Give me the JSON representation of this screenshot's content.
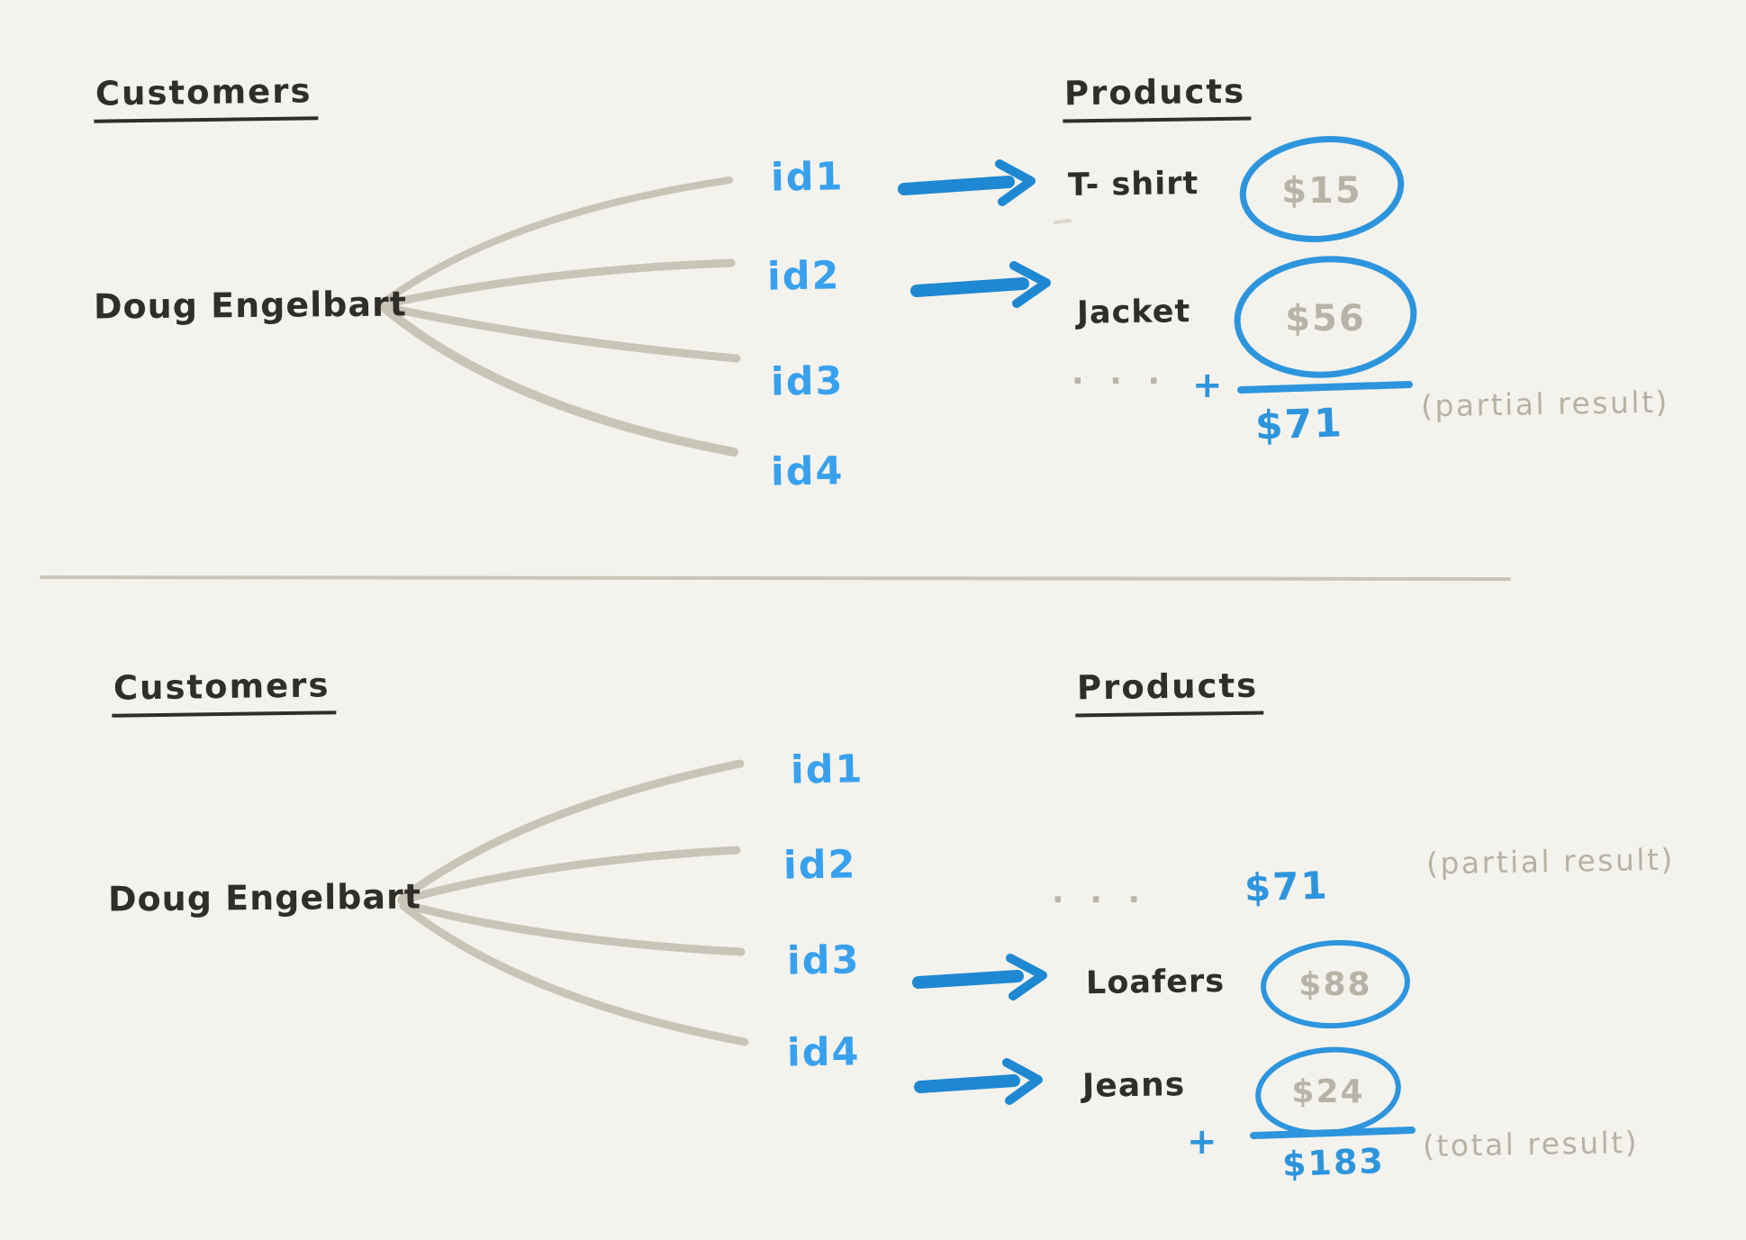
{
  "colors": {
    "background": "#f4f2ec",
    "ink": "#2f2e29",
    "id_blue": "#38a1ef",
    "arrow_blue": "#1e88d2",
    "circle_blue": "#2d95dd",
    "fan_gray": "#c8c4b8",
    "gray_text": "#b8b3a7"
  },
  "top_panel": {
    "customers_heading": "Customers",
    "customer_name": "Doug Engelbart",
    "products_heading": "Products",
    "id1": "id1",
    "id2": "id2",
    "id3": "id3",
    "id4": "id4",
    "product_tshirt": "T- shirt",
    "price_tshirt": "$15",
    "product_jacket": "Jacket",
    "price_jacket": "$56",
    "ellipsis": "· · ·",
    "plus": "+",
    "partial_sum": "$71",
    "partial_label": "(partial result)"
  },
  "bottom_panel": {
    "customers_heading": "Customers",
    "customer_name": "Doug Engelbart",
    "products_heading": "Products",
    "id1": "id1",
    "id2": "id2",
    "id3": "id3",
    "id4": "id4",
    "ellipsis": "· · ·",
    "partial_sum": "$71",
    "partial_label": "(partial result)",
    "product_loafers": "Loafers",
    "price_loafers": "$88",
    "product_jeans": "Jeans",
    "price_jeans": "$24",
    "plus": "+",
    "total_sum": "$183",
    "total_label": "(total result)"
  }
}
